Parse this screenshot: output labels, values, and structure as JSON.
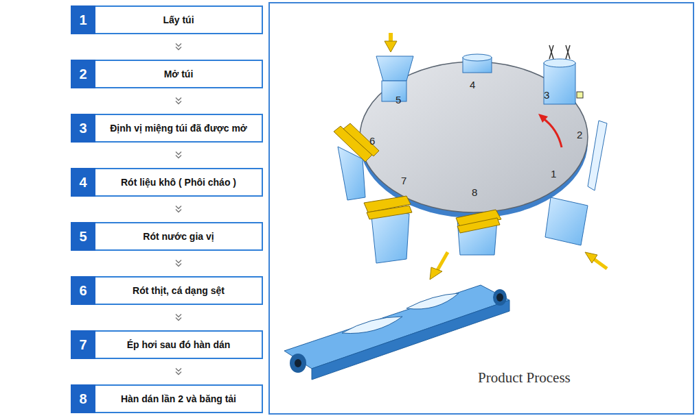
{
  "diagram": {
    "nodes": [
      {
        "text": [
          "1",
          "Lấy túi"
        ]
      },
      {
        "text": [
          "2",
          "Mở túi"
        ]
      },
      {
        "text": [
          "3",
          "Định vị miệng túi đã được mở"
        ]
      },
      {
        "text": [
          "4",
          "Rót liệu khô ( Phôi cháo )"
        ]
      },
      {
        "text": [
          "5",
          "Rót nước gia vị"
        ]
      },
      {
        "text": [
          "6",
          "Rót thịt, cá dạng sệt"
        ]
      },
      {
        "text": [
          "7",
          "Ép hơi sau đó hàn dán"
        ]
      },
      {
        "text": [
          "8",
          "Hàn dán lần 2 và băng tải"
        ]
      }
    ],
    "edges": [
      {
        "from": 0,
        "to": 1,
        "arrow": "to"
      },
      {
        "from": 1,
        "to": 2,
        "arrow": "to"
      },
      {
        "from": 2,
        "to": 3,
        "arrow": "to"
      },
      {
        "from": 3,
        "to": 4,
        "arrow": "to"
      },
      {
        "from": 4,
        "to": 5,
        "arrow": "to"
      },
      {
        "from": 5,
        "to": 6,
        "arrow": "to"
      },
      {
        "from": 6,
        "to": 7,
        "arrow": "to"
      }
    ],
    "labels": [
      "5",
      "4",
      "3",
      "2",
      "6",
      "1",
      "7",
      "8",
      "Product Process"
    ]
  }
}
